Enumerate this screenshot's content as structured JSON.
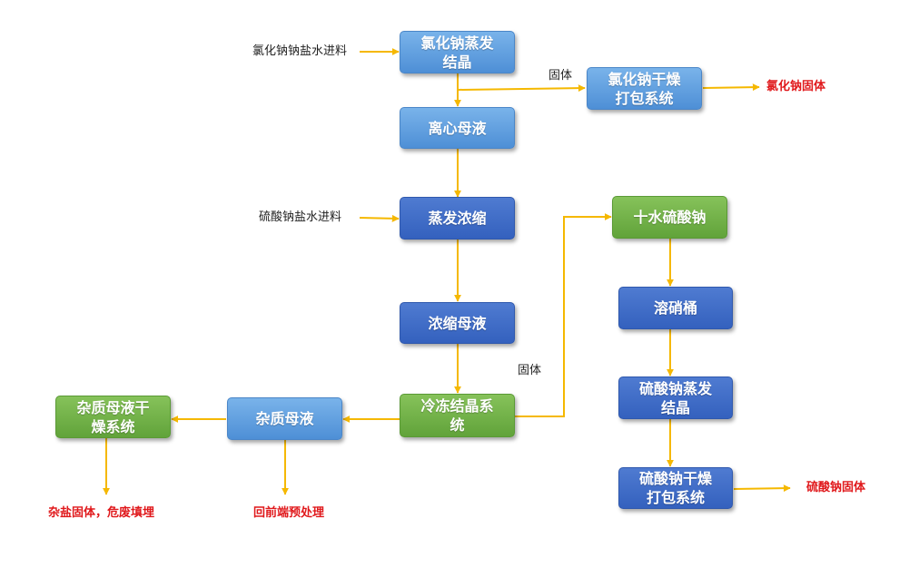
{
  "colors": {
    "arrow": "#f5b800",
    "output_text": "#e0181b"
  },
  "boxes": {
    "nacl_evap": "氯化钠蒸发\n结晶",
    "centrifuge": "离心母液",
    "evap_concentrate": "蒸发浓缩",
    "concentrate_liquor": "浓缩母液",
    "freeze_crystal": "冷冻结晶系\n统",
    "impurity_liquor": "杂质母液",
    "impurity_dry": "杂质母液干\n燥系统",
    "nacl_dry": "氯化钠干燥\n打包系统",
    "decahydrate": "十水硫酸钠",
    "dissolve_tank": "溶硝桶",
    "na2so4_evap": "硫酸钠蒸发\n结晶",
    "na2so4_dry": "硫酸钠干燥\n打包系统"
  },
  "labels": {
    "nacl_feed": "氯化钠钠盐水进料",
    "na2so4_feed": "硫酸钠盐水进料",
    "solid_1": "固体",
    "solid_2": "固体"
  },
  "outputs": {
    "nacl_solid": "氯化钠固体",
    "na2so4_solid": "硫酸钠固体",
    "mixed_salt": "杂盐固体，危废填埋",
    "pretreat": "回前端预处理"
  }
}
